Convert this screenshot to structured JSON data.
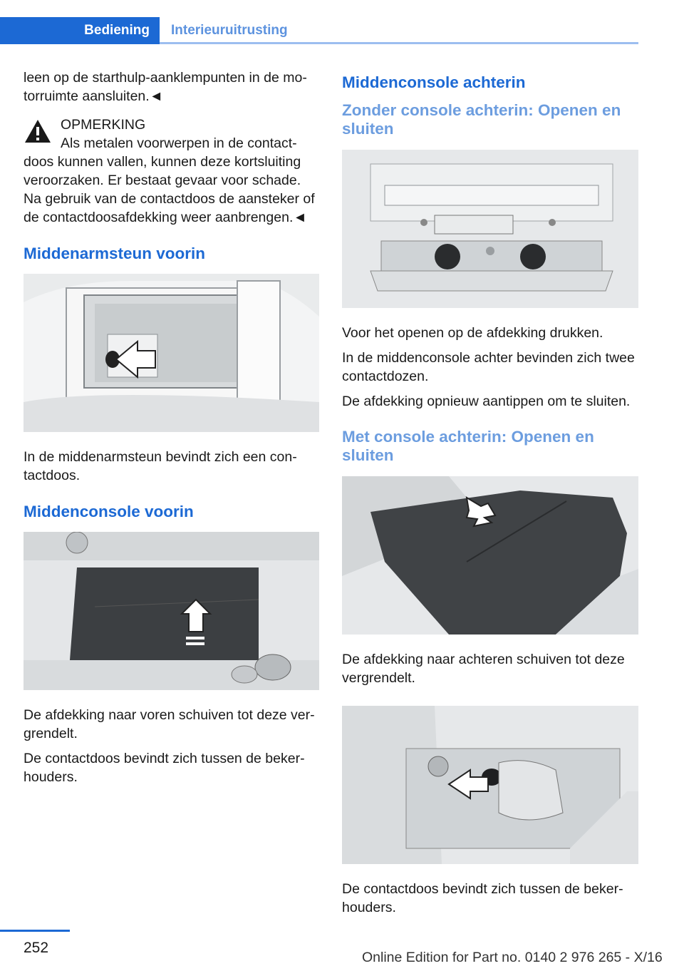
{
  "header": {
    "tab_active": "Bediening",
    "tab_inactive": "Interieuruitrusting"
  },
  "left": {
    "intro": "leen op de starthulp-aanklempunten in de mo-torruimte aansluiten.◄",
    "warning_title": "OPMERKING",
    "warning_text": "Als metalen voorwerpen in de contact-doos kunnen vallen, kunnen deze kortsluiting veroorzaken. Er bestaat gevaar voor schade. Na gebruik van de contactdoos de aansteker of de contactdoosafdekking weer aanbrengen.◄",
    "section1_title": "Middenarmsteun voorin",
    "section1_text": "In de middenarmsteun bevindt zich een con-tactdoos.",
    "section2_title": "Middenconsole voorin",
    "section2_text1": "De afdekking naar voren schuiven tot deze ver-grendelt.",
    "section2_text2": "De contactdoos bevindt zich tussen de beker-houders."
  },
  "right": {
    "section_title": "Middenconsole achterin",
    "sub1_title": "Zonder console achterin: Openen en sluiten",
    "sub1_text1": "Voor het openen op de afdekking drukken.",
    "sub1_text2": "In de middenconsole achter bevinden zich twee contactdozen.",
    "sub1_text3": "De afdekking opnieuw aantippen om te sluiten.",
    "sub2_title": "Met console achterin: Openen en sluiten",
    "sub2_text1": "De afdekking naar achteren schuiven tot deze vergrendelt.",
    "sub2_text2": "De contactdoos bevindt zich tussen de beker-houders."
  },
  "footer": {
    "page_number": "252",
    "edition": "Online Edition for Part no. 0140 2 976 265 - X/16"
  }
}
